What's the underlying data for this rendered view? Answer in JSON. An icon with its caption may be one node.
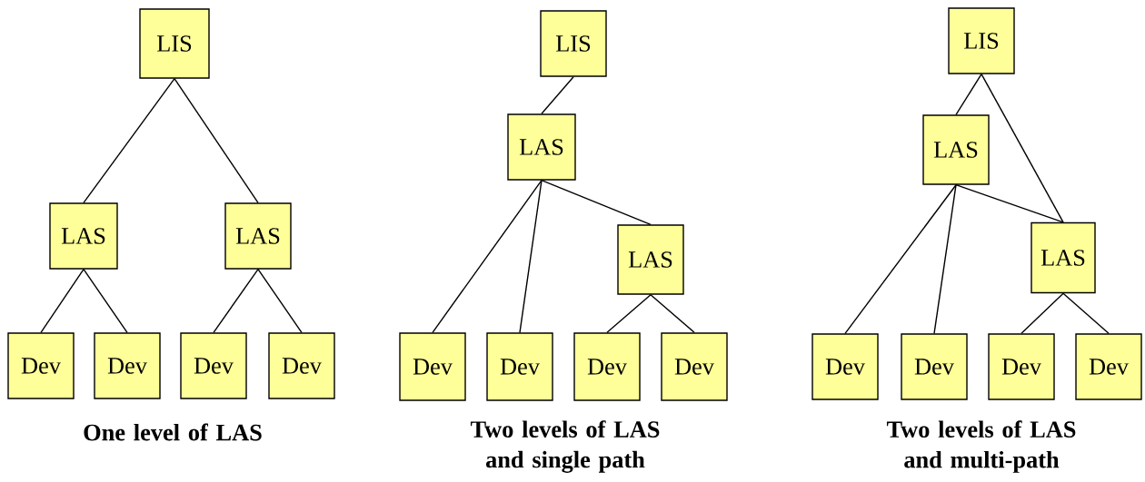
{
  "diagram": {
    "nodes": [
      {
        "text": [
          "LIS"
        ]
      },
      {
        "text": [
          "LAS"
        ]
      },
      {
        "text": [
          "LAS"
        ]
      },
      {
        "text": [
          "Dev"
        ]
      },
      {
        "text": [
          "Dev"
        ]
      },
      {
        "text": [
          "Dev"
        ]
      },
      {
        "text": [
          "Dev"
        ]
      },
      {
        "text": [
          "LIS"
        ]
      },
      {
        "text": [
          "LAS"
        ]
      },
      {
        "text": [
          "LAS"
        ]
      },
      {
        "text": [
          "Dev"
        ]
      },
      {
        "text": [
          "Dev"
        ]
      },
      {
        "text": [
          "Dev"
        ]
      },
      {
        "text": [
          "Dev"
        ]
      },
      {
        "text": [
          "LIS"
        ]
      },
      {
        "text": [
          "LAS"
        ]
      },
      {
        "text": [
          "LAS"
        ]
      },
      {
        "text": [
          "Dev"
        ]
      },
      {
        "text": [
          "Dev"
        ]
      },
      {
        "text": [
          "Dev"
        ]
      },
      {
        "text": [
          "Dev"
        ]
      }
    ],
    "edges": [
      {
        "from": 0,
        "to": 1,
        "arrow": "none"
      },
      {
        "from": 0,
        "to": 2,
        "arrow": "none"
      },
      {
        "from": 1,
        "to": 3,
        "arrow": "none"
      },
      {
        "from": 1,
        "to": 4,
        "arrow": "none"
      },
      {
        "from": 2,
        "to": 5,
        "arrow": "none"
      },
      {
        "from": 2,
        "to": 6,
        "arrow": "none"
      },
      {
        "from": 7,
        "to": 8,
        "arrow": "none"
      },
      {
        "from": 8,
        "to": 10,
        "arrow": "none"
      },
      {
        "from": 8,
        "to": 11,
        "arrow": "none"
      },
      {
        "from": 8,
        "to": 9,
        "arrow": "none"
      },
      {
        "from": 9,
        "to": 12,
        "arrow": "none"
      },
      {
        "from": 9,
        "to": 13,
        "arrow": "none"
      },
      {
        "from": 14,
        "to": 15,
        "arrow": "none"
      },
      {
        "from": 14,
        "to": 16,
        "arrow": "none"
      },
      {
        "from": 15,
        "to": 17,
        "arrow": "none"
      },
      {
        "from": 15,
        "to": 18,
        "arrow": "none"
      },
      {
        "from": 15,
        "to": 16,
        "arrow": "none"
      },
      {
        "from": 16,
        "to": 19,
        "arrow": "none"
      },
      {
        "from": 16,
        "to": 20,
        "arrow": "none"
      }
    ],
    "labels": [
      "One level of LAS",
      "Two levels of LAS and single path",
      "Two levels of LAS and multi-path"
    ]
  }
}
